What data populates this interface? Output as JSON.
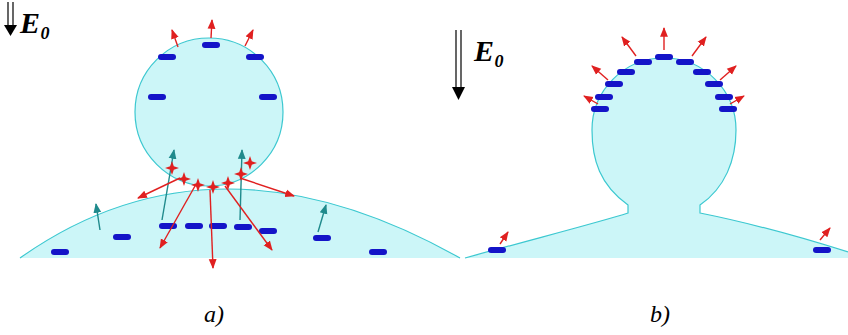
{
  "diagram": {
    "labels": [
      "E₀",
      "E₀",
      "a)",
      "b)"
    ]
  }
}
